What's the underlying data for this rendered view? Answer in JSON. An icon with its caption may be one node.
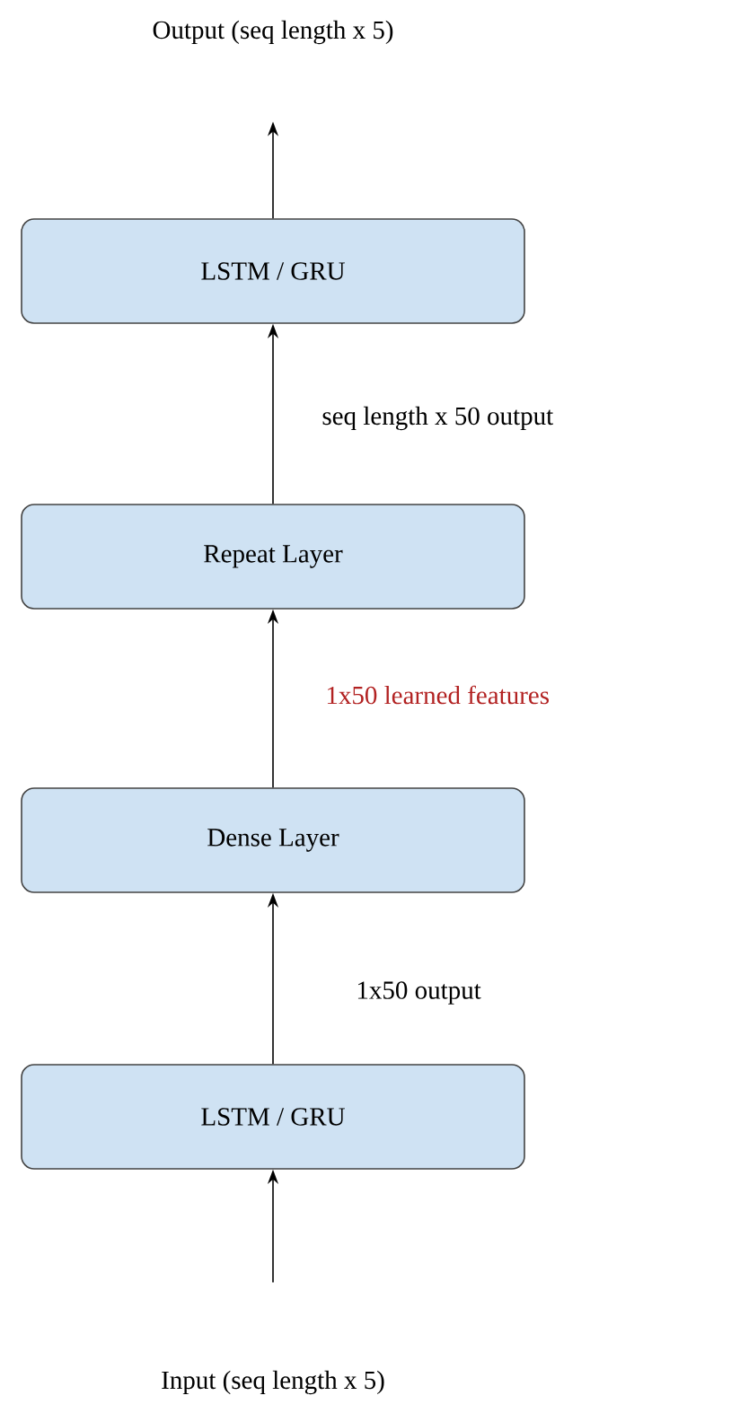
{
  "diagram": {
    "nodes": [
      {
        "text": [
          "Output (seq length x 5)"
        ]
      },
      {
        "text": [
          "LSTM / GRU"
        ]
      },
      {
        "text": [
          "Repeat Layer"
        ]
      },
      {
        "text": [
          "Dense Layer"
        ]
      },
      {
        "text": [
          "LSTM / GRU"
        ]
      },
      {
        "text": [
          "Input (seq length x 5)"
        ]
      }
    ],
    "edges": [
      {
        "from": 5,
        "to": 4,
        "arrow": "to"
      },
      {
        "from": 4,
        "to": 3,
        "arrow": "to",
        "label": "1x50 output"
      },
      {
        "from": 3,
        "to": 2,
        "arrow": "to",
        "label": "1x50 learned features"
      },
      {
        "from": 2,
        "to": 1,
        "arrow": "to",
        "label": "seq length x 50 output"
      },
      {
        "from": 1,
        "to": 0,
        "arrow": "to"
      }
    ]
  }
}
